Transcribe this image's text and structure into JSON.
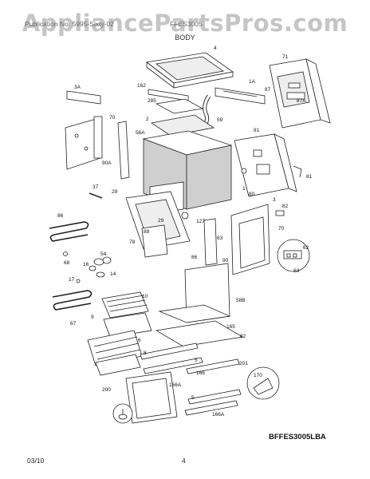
{
  "watermark": "AppliancePartsPros.com",
  "header": {
    "left": "Publication No. 5995-Sixty-02",
    "right": "FFES3005",
    "section": "BODY"
  },
  "footer": {
    "date": "03/10",
    "page": "4"
  },
  "diagram_code": "BFFES3005LBA",
  "callouts": {
    "c4": "4",
    "c71": "71",
    "c162": "162",
    "c1a": "1A",
    "c3a": "3A",
    "c87": "87",
    "c87a": "87A",
    "c285": "285",
    "c2": "2",
    "c59": "59",
    "c70a": "70",
    "c56a": "56A",
    "c81": "81",
    "c81b": "81",
    "c90a": "90A",
    "c37": "37",
    "c29": "29",
    "c80": "80",
    "c1": "1",
    "c3": "3",
    "c86": "86",
    "c29b": "29",
    "c127": "127",
    "c82a": "82",
    "c88": "88",
    "c63": "63",
    "c70b": "70",
    "c78": "78",
    "c86b": "86",
    "c90b": "90",
    "c62": "62",
    "c68": "68",
    "c54": "54",
    "c16": "16",
    "c14": "14",
    "c63b": "63",
    "c17": "17",
    "c10": "10",
    "c58b": "58B",
    "c9": "9",
    "c67": "67",
    "c165": "165",
    "c82b": "82",
    "c6": "6",
    "c8": "8",
    "c5": "5",
    "c166a": "166A",
    "c201": "201",
    "c170": "170",
    "c166": "166",
    "c200": "200",
    "c5b": "5",
    "c166ab": "166A"
  }
}
